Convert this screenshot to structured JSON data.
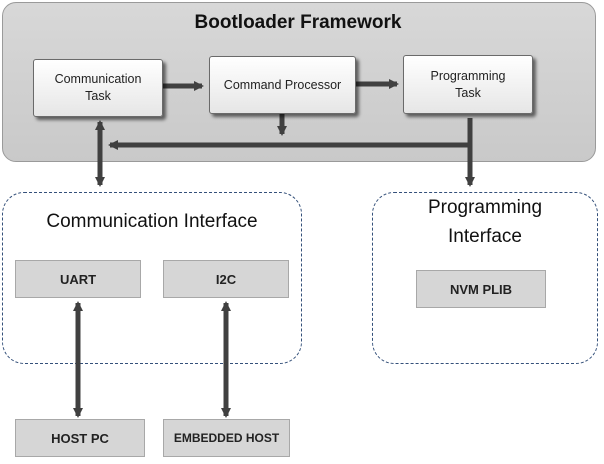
{
  "framework": {
    "title": "Bootloader Framework",
    "tasks": {
      "communication": "Communication Task",
      "command": "Command Processor",
      "programming": "Programming Task"
    }
  },
  "communication_interface": {
    "title": "Communication Interface",
    "uart": "UART",
    "i2c": "I2C"
  },
  "programming_interface": {
    "title": "Programming Interface",
    "nvm": "NVM PLIB"
  },
  "hosts": {
    "pc": "HOST PC",
    "embedded": "EMBEDDED HOST"
  },
  "colors": {
    "framework_bg": "#cfcfcf",
    "arrow": "#404040",
    "dashed_border": "#34507a",
    "box_gray": "#d6d6d6"
  }
}
